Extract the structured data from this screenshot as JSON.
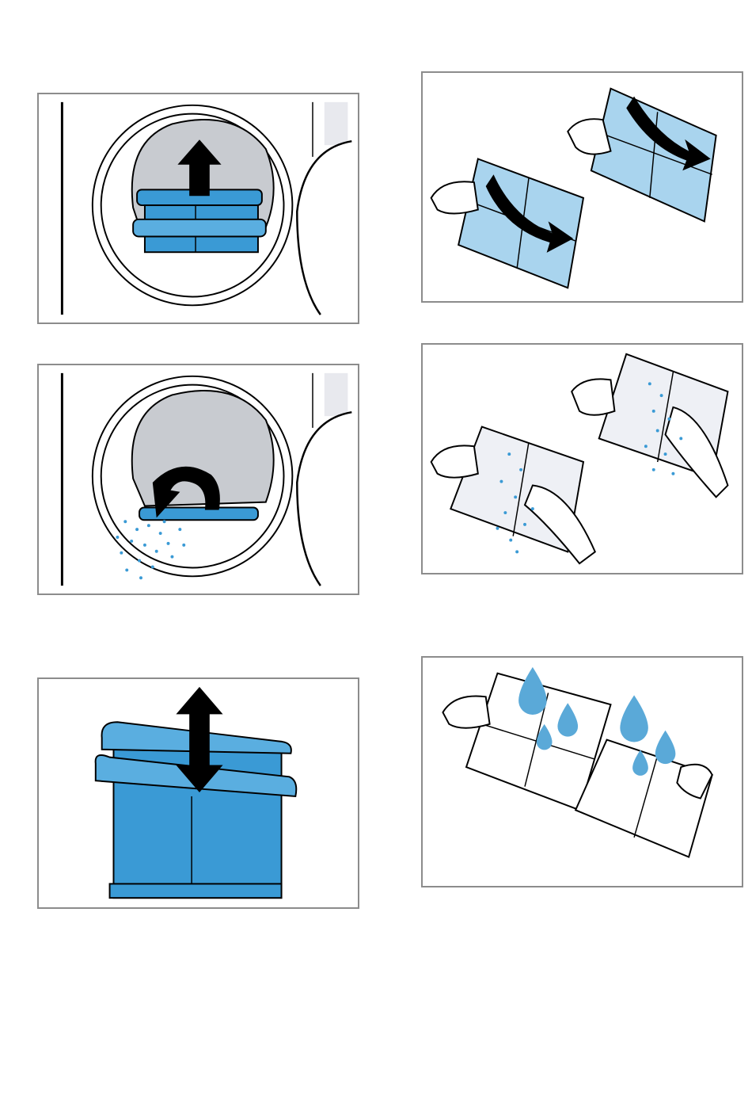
{
  "page": {
    "background": "#ffffff",
    "frame_color": "#8c8c8c",
    "filter_blue": "#3a9ad5",
    "filter_light_blue": "#a9d4ee",
    "drum_grey": "#c8cbd0",
    "arrow_color": "#000000"
  },
  "panels": [
    {
      "id": "step-remove-filter",
      "icon": "arrow-up-icon"
    },
    {
      "id": "step-clean-door-seal",
      "icon": "rotate-arrow-icon"
    },
    {
      "id": "step-separate-filter",
      "icon": "double-arrow-vertical-icon"
    },
    {
      "id": "step-open-filter",
      "icon": "curved-arrow-icon"
    },
    {
      "id": "step-remove-lint",
      "icon": "lint-particles-icon"
    },
    {
      "id": "step-rinse-filter",
      "icon": "water-drop-icon"
    }
  ]
}
